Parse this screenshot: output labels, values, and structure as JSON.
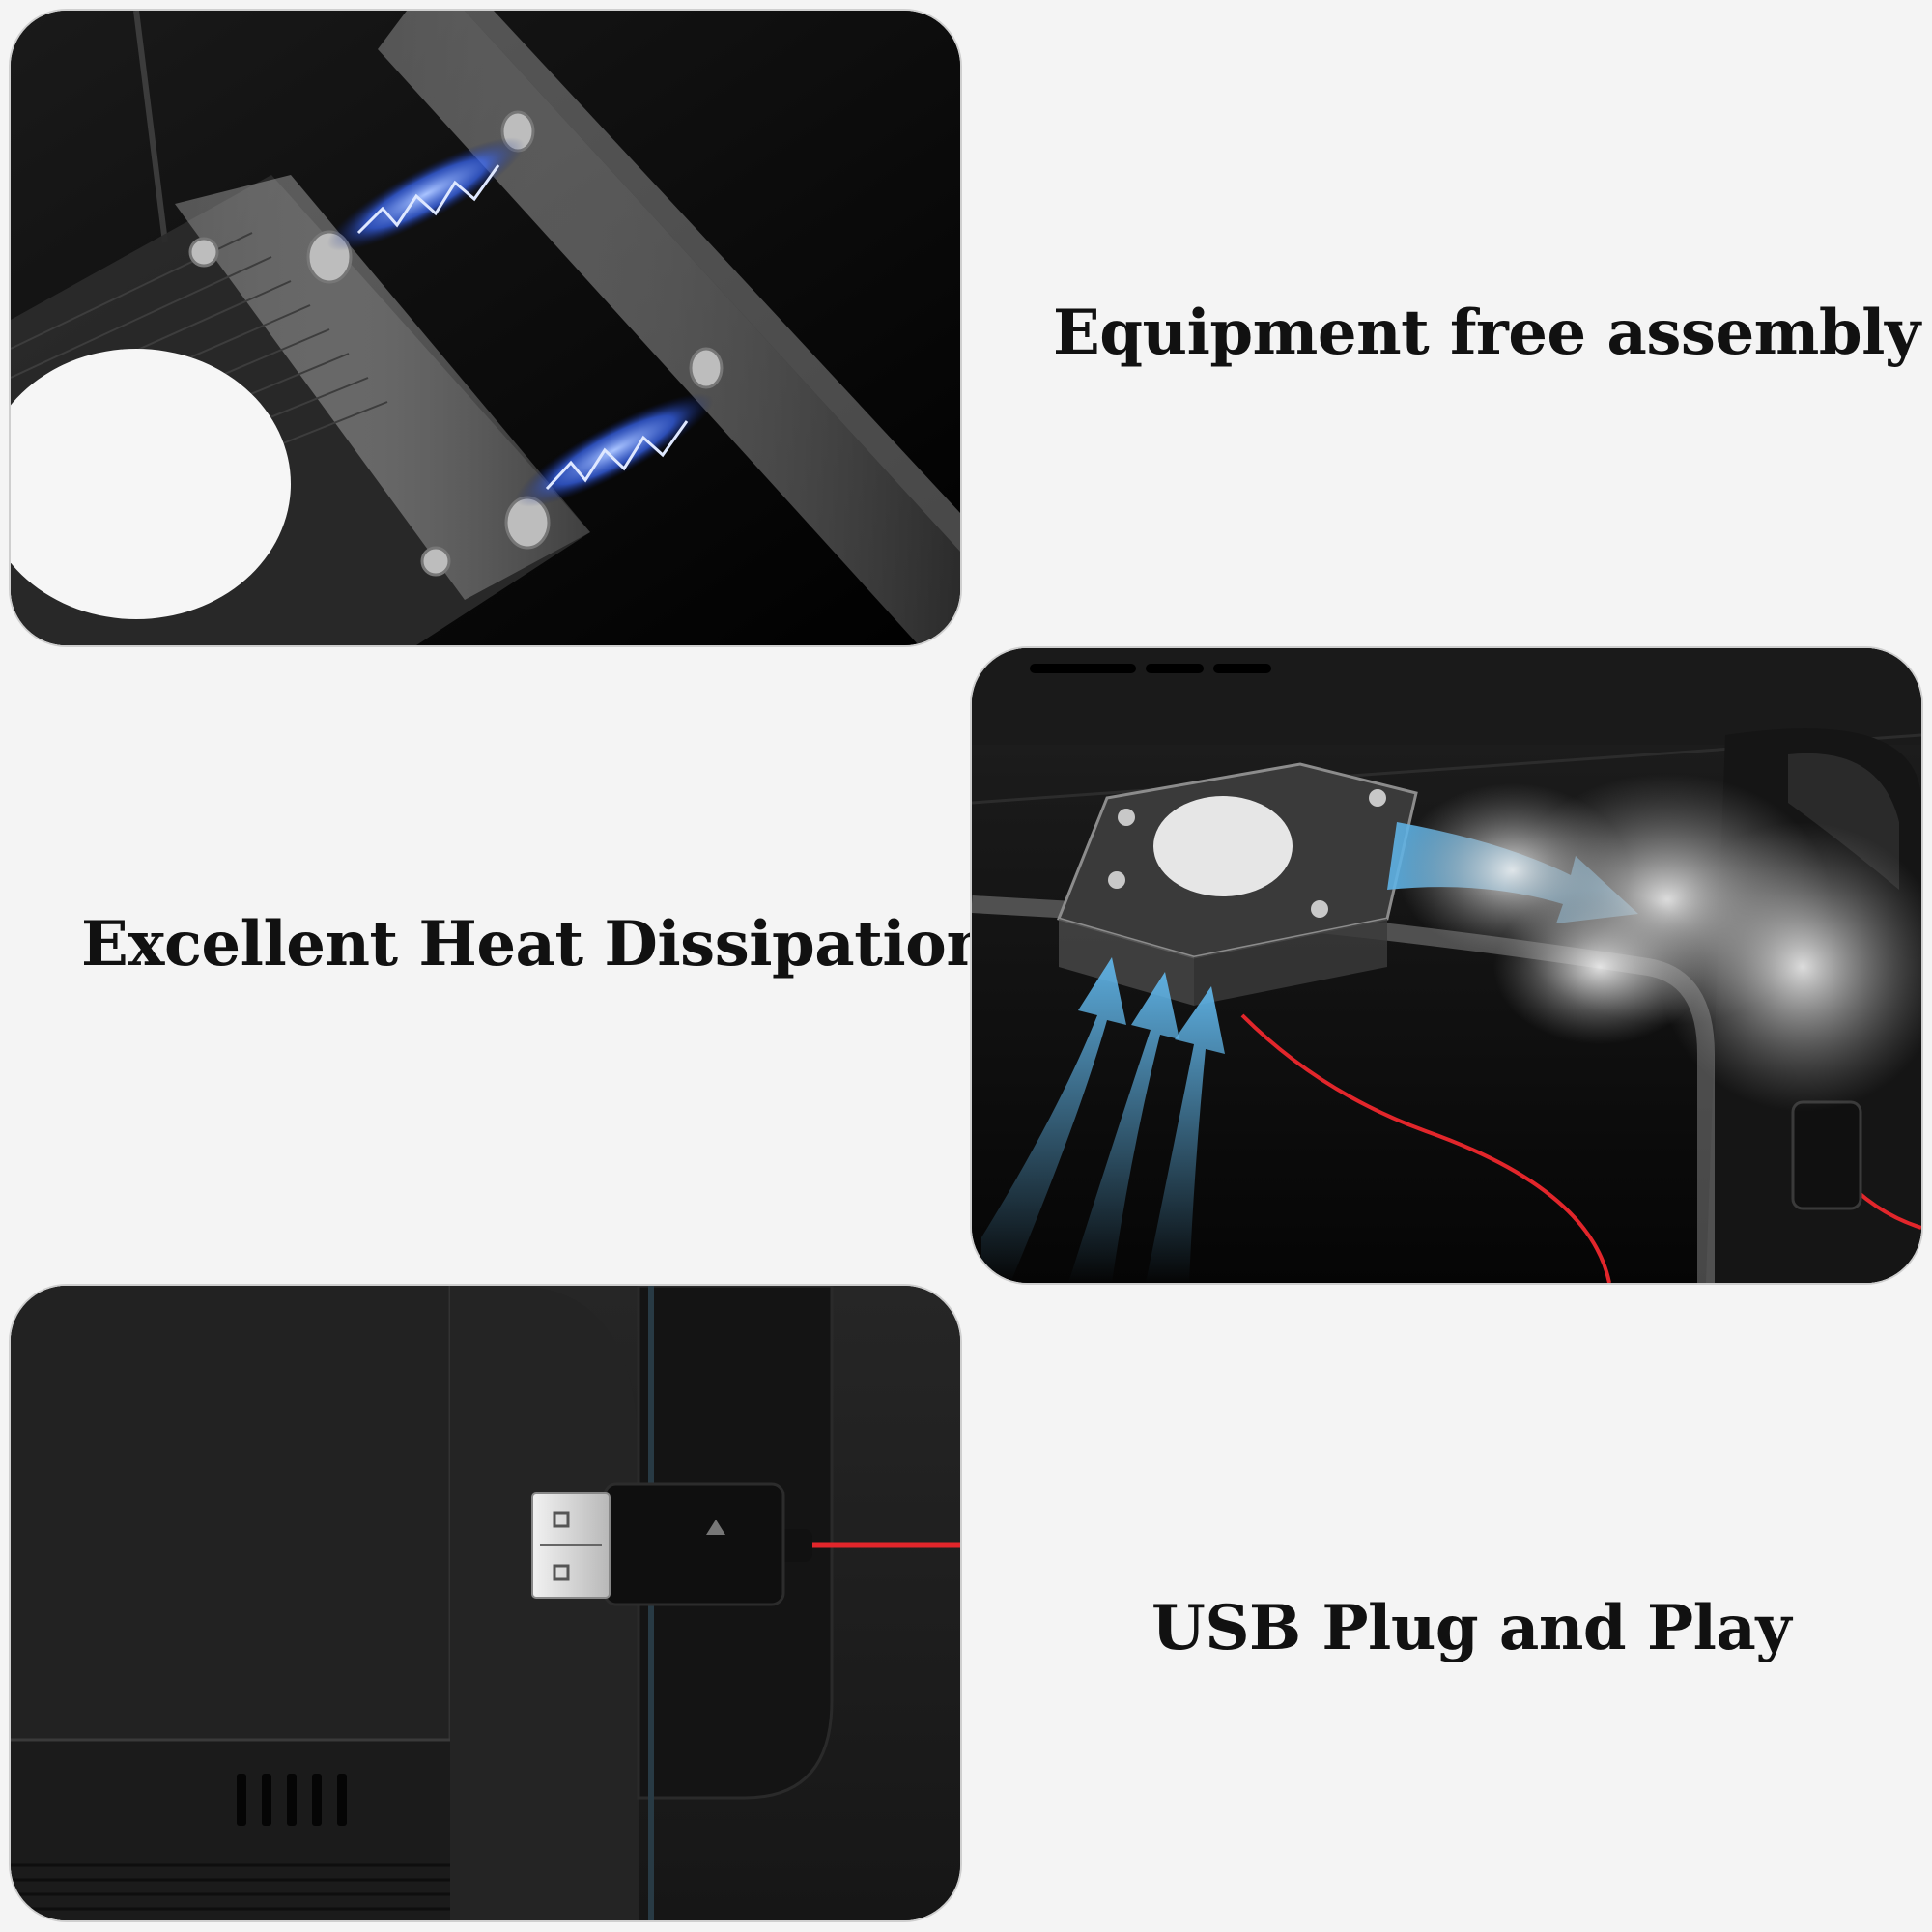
{
  "captions": {
    "assembly": "Equipment free assembly",
    "heat": "Excellent Heat Dissipation",
    "usb": "USB Plug and Play"
  },
  "colors": {
    "background": "#f4f4f4",
    "panel": "#060606",
    "caption": "#111111",
    "magnet_glow": "#3b6bff",
    "airflow": "#5fb3e6",
    "cable_red": "#e2262b"
  },
  "icons": [
    "magnet-spark-icon",
    "airflow-arrow-icon",
    "steam-cloud-icon",
    "usb-plug-icon"
  ]
}
